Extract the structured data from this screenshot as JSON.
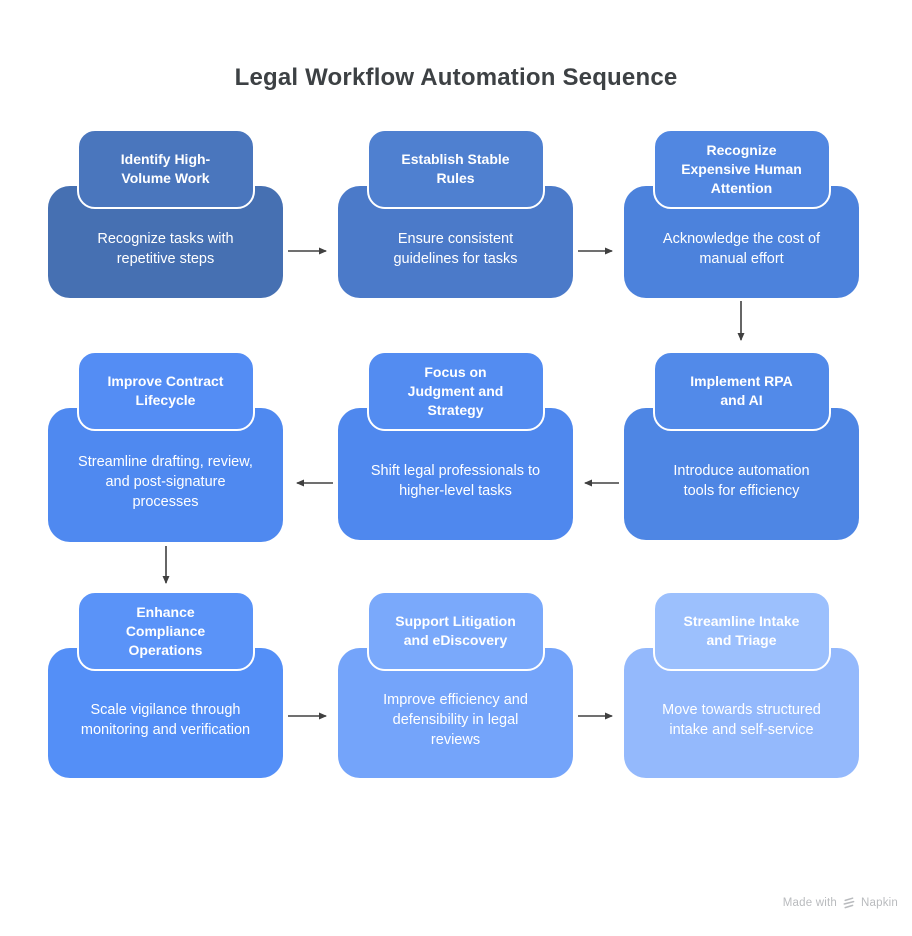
{
  "title": "Legal Workflow Automation Sequence",
  "title_color": "#3d4144",
  "arrow_color": "#404040",
  "nodes": [
    {
      "id": 1,
      "title": "Identify High-\nVolume Work",
      "description": "Recognize tasks with\nrepetitive steps",
      "header_color": "#4a76bd",
      "body_color": "#4670b2"
    },
    {
      "id": 2,
      "title": "Establish Stable\nRules",
      "description": "Ensure consistent\nguidelines for tasks",
      "header_color": "#4f80d0",
      "body_color": "#4b7ac9"
    },
    {
      "id": 3,
      "title": "Recognize\nExpensive Human\nAttention",
      "description": "Acknowledge the cost of\nmanual effort",
      "header_color": "#5187e1",
      "body_color": "#4c82dc"
    },
    {
      "id": 4,
      "title": "Improve Contract\nLifecycle",
      "description": "Streamline drafting, review,\nand post-signature\nprocesses",
      "header_color": "#548df4",
      "body_color": "#4f89f0"
    },
    {
      "id": 5,
      "title": "Focus on\nJudgment and\nStrategy",
      "description": "Shift legal professionals to\nhigher-level tasks",
      "header_color": "#538cf1",
      "body_color": "#4f88ee"
    },
    {
      "id": 6,
      "title": "Implement RPA\nand AI",
      "description": "Introduce automation\ntools for efficiency",
      "header_color": "#528ae9",
      "body_color": "#4e86e4"
    },
    {
      "id": 7,
      "title": "Enhance\nCompliance\nOperations",
      "description": "Scale vigilance through\nmonitoring and verification",
      "header_color": "#5a93f8",
      "body_color": "#548ff7"
    },
    {
      "id": 8,
      "title": "Support Litigation\nand eDiscovery",
      "description": "Improve efficiency and\ndefensibility in legal\nreviews",
      "header_color": "#7aa9fb",
      "body_color": "#74a4fa"
    },
    {
      "id": 9,
      "title": "Streamline Intake\nand Triage",
      "description": "Move towards structured\nintake and self-service",
      "header_color": "#9cc0fd",
      "body_color": "#94b9fc"
    }
  ],
  "edges": [
    {
      "from": 1,
      "to": 2
    },
    {
      "from": 2,
      "to": 3
    },
    {
      "from": 3,
      "to": 6
    },
    {
      "from": 6,
      "to": 5
    },
    {
      "from": 5,
      "to": 4
    },
    {
      "from": 4,
      "to": 7
    },
    {
      "from": 7,
      "to": 8
    },
    {
      "from": 8,
      "to": 9
    }
  ],
  "footer": {
    "made_with": "Made with",
    "brand": "Napkin",
    "icon": "napkin-logo-icon",
    "color": "#b9bbbe"
  }
}
